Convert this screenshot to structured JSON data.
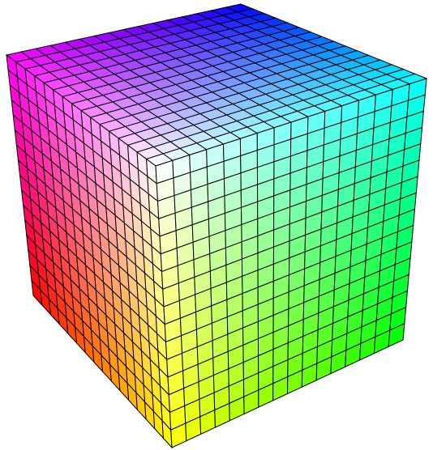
{
  "cube": {
    "grid_divisions": 16,
    "grid_line_color": "#000000",
    "background_color": "#ffffff",
    "corner_colors": {
      "front_top": "#ffffff",
      "front_bottom": "#ffff00",
      "left_top": "#ff00ff",
      "left_bottom": "#ff0000",
      "right_top": "#00ffff",
      "right_bottom": "#00ff00",
      "back_top": "#0000ff"
    },
    "faces": [
      {
        "name": "top-face",
        "channel_order": "rgb"
      },
      {
        "name": "left-face",
        "channel_order": "rgb"
      },
      {
        "name": "right-face",
        "channel_order": "rgb"
      }
    ]
  }
}
